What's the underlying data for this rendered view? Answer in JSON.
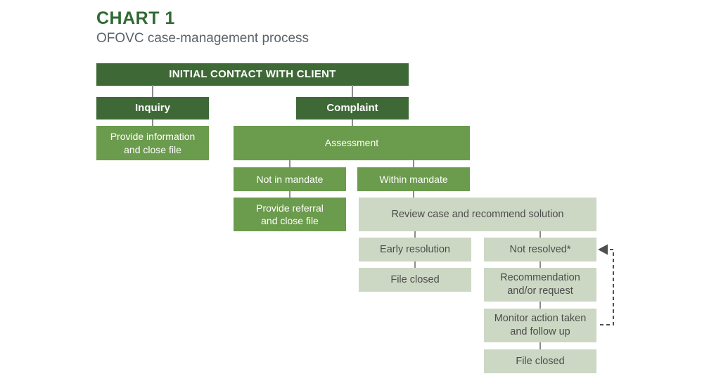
{
  "header": {
    "title": "CHART 1",
    "subtitle": "OFOVC case-management process"
  },
  "colors": {
    "dark_green_box": "#3e6937",
    "medium_green_box": "#6b9b4c",
    "light_sage_box": "#cdd8c4",
    "title_green": "#2f6a33",
    "subtitle_gray": "#5a636b",
    "box_text_on_green": "#ffffff",
    "box_text_on_sage": "#4c4c4c",
    "connector_gray": "#8c8c8c",
    "dashed_arrow_gray": "#4f4f4f"
  },
  "nodes": {
    "initial_contact": {
      "label": "INITIAL CONTACT WITH CLIENT"
    },
    "inquiry": {
      "label": "Inquiry"
    },
    "complaint": {
      "label": "Complaint"
    },
    "provide_info": {
      "label": "Provide information\nand close file"
    },
    "assessment": {
      "label": "Assessment"
    },
    "not_in_mandate": {
      "label": "Not in mandate"
    },
    "within_mandate": {
      "label": "Within mandate"
    },
    "provide_referral": {
      "label": "Provide referral\nand close file"
    },
    "review_case": {
      "label": "Review case and recommend solution"
    },
    "early_resolution": {
      "label": "Early resolution"
    },
    "not_resolved": {
      "label": "Not resolved*"
    },
    "file_closed_left": {
      "label": "File closed"
    },
    "recommendation": {
      "label": "Recommendation\nand/or request"
    },
    "monitor": {
      "label": "Monitor action taken\nand follow up"
    },
    "file_closed_bottom": {
      "label": "File closed"
    }
  }
}
